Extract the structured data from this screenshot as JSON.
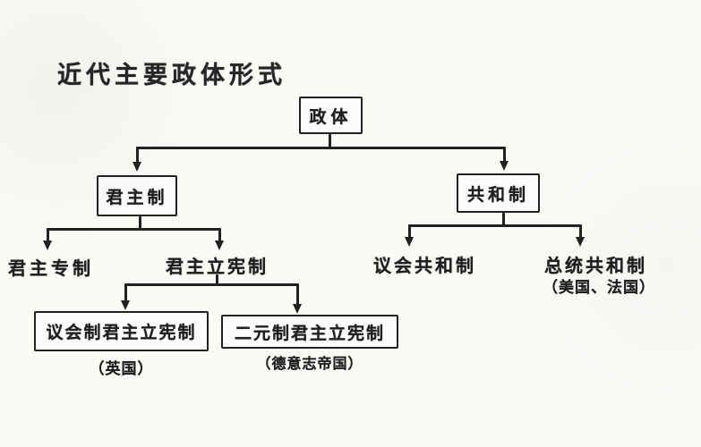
{
  "diagram": {
    "title": "近代主要政体形式",
    "nodes": {
      "root": {
        "label": "政体"
      },
      "monarchy": {
        "label": "君主制"
      },
      "republic": {
        "label": "共和制"
      },
      "absolute_monarchy": {
        "label": "君主专制"
      },
      "constitutional_monarchy": {
        "label": "君主立宪制"
      },
      "parliamentary_republic": {
        "label": "议会共和制"
      },
      "presidential_republic": {
        "label": "总统共和制",
        "note": "（美国、法国）"
      },
      "parliamentary_constitutional_monarchy": {
        "label": "议会制君主立宪制",
        "note": "（英国）"
      },
      "dual_constitutional_monarchy": {
        "label": "二元制君主立宪制",
        "note": "（德意志帝国）"
      }
    },
    "edges": [
      {
        "from": "政体",
        "to": "君主制"
      },
      {
        "from": "政体",
        "to": "共和制"
      },
      {
        "from": "君主制",
        "to": "君主专制"
      },
      {
        "from": "君主制",
        "to": "君主立宪制"
      },
      {
        "from": "君主立宪制",
        "to": "议会制君主立宪制"
      },
      {
        "from": "君主立宪制",
        "to": "二元制君主立宪制"
      },
      {
        "from": "共和制",
        "to": "议会共和制"
      },
      {
        "from": "共和制",
        "to": "总统共和制"
      }
    ],
    "colors": {
      "ink": "#222222",
      "paper": "#fbfaf7"
    }
  }
}
